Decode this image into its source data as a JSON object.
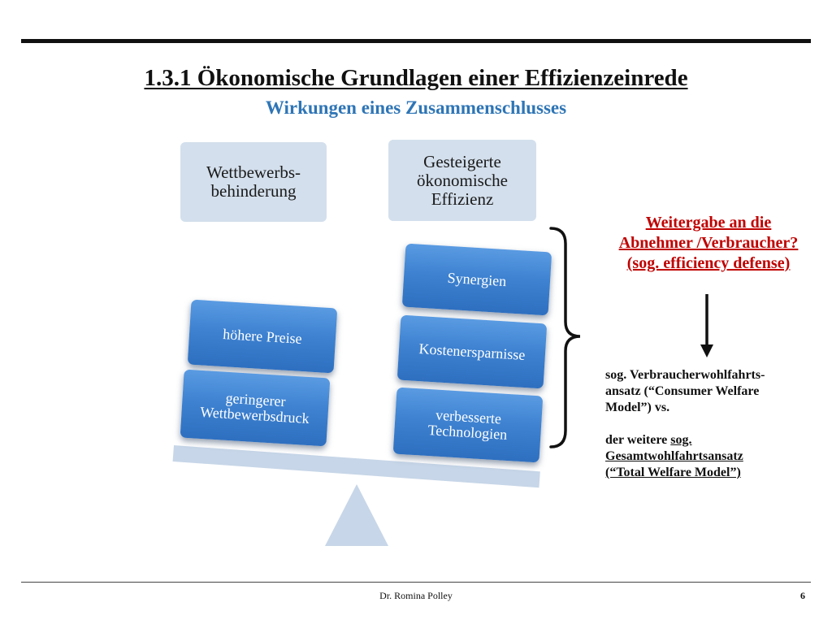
{
  "slide": {
    "title": "1.3.1 Ökonomische Grundlagen einer Effizienzeinrede",
    "subtitle": "Wirkungen eines Zusammenschlusses"
  },
  "balance": {
    "left_header": [
      "Wettbewerbs-",
      "behinderung"
    ],
    "right_header": [
      "Gesteigerte",
      "ökonomische",
      "Effizienz"
    ],
    "left_items": {
      "top": "höhere Preise",
      "bottom": [
        "geringerer",
        "Wettbewerbsdruck"
      ]
    },
    "right_items": {
      "top": "Synergien",
      "middle": "Kostenersparnisse",
      "bottom": [
        "verbesserte",
        "Technologien"
      ]
    }
  },
  "callout": {
    "lines": [
      "Weitergabe an die",
      "Abnehmer /Verbraucher?",
      "(sog. efficiency defense)"
    ],
    "color": "#C00000"
  },
  "note": {
    "line1": "sog. Verbraucherwohlfahrts-",
    "line2": "ansatz (“Consumer Welfare",
    "line3": "Model”) vs.",
    "line4_plain": "der weitere ",
    "line4_underlined": "sog.",
    "line5": "Gesamtwohlfahrtsansatz",
    "line6": "(“Total Welfare Model”)"
  },
  "footer": {
    "author": "Dr. Romina Polley",
    "page_number": "6"
  },
  "colors": {
    "accent_blue": "#2E75B6",
    "box_blue": "#3E82D1",
    "header_box": "#D3DFEC",
    "scale": "#C7D6E8"
  }
}
